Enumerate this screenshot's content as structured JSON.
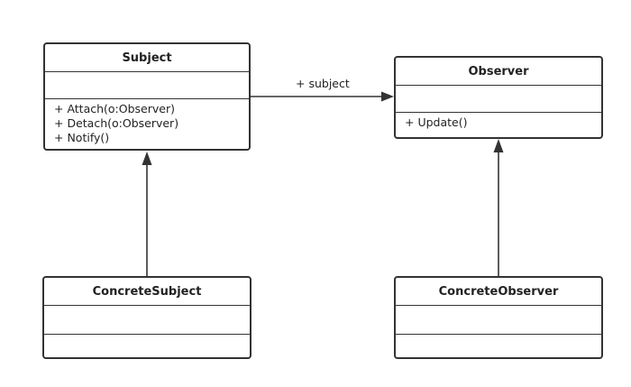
{
  "diagram": {
    "classes": {
      "subject": {
        "name": "Subject",
        "operations": [
          "+ Attach(o:Observer)",
          "+ Detach(o:Observer)",
          "+ Notify()"
        ]
      },
      "observer": {
        "name": "Observer",
        "operations": [
          "+ Update()"
        ]
      },
      "concrete_subject": {
        "name": "ConcreteSubject"
      },
      "concrete_observer": {
        "name": "ConcreteObserver"
      }
    },
    "association": {
      "label": "+ subject"
    }
  }
}
